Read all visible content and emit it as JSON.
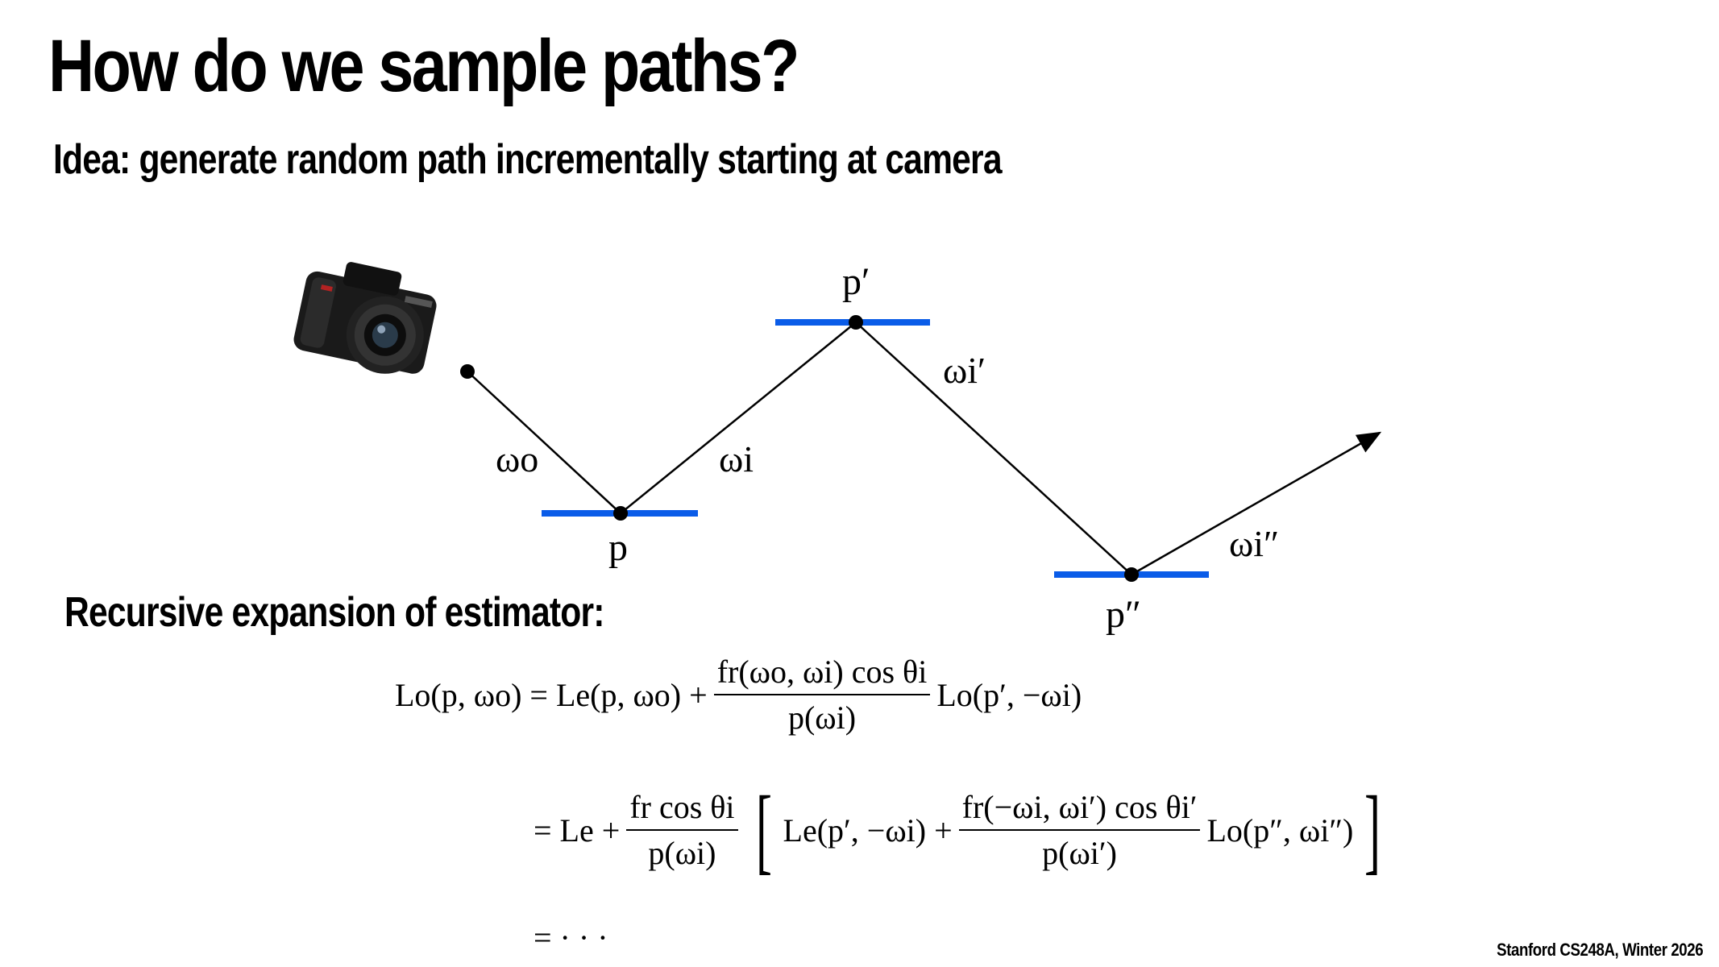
{
  "slide": {
    "title": "How do we sample paths?",
    "idea": "Idea: generate random path incrementally starting at camera",
    "recursive": "Recursive expansion of estimator:",
    "footer": "Stanford CS248A, Winter 2026"
  },
  "diagram": {
    "labels": {
      "omega_o": "ωo",
      "omega_i": "ωi",
      "omega_i_prime": "ωi′",
      "omega_i_dprime": "ωi″",
      "p": "p",
      "p_prime": "p′",
      "p_dprime": "p″"
    },
    "colors": {
      "surface": "#0a5ce8",
      "path": "#000000",
      "camera": "#1a1a1a"
    },
    "icons": [
      "camera-icon"
    ]
  },
  "equations": {
    "eq1": {
      "lhs": "Lo(p, ωo) = Le(p, ωo) +",
      "num": "fr(ωo, ωi) cos θi",
      "den": "p(ωi)",
      "tail": "Lo(p′, −ωi)"
    },
    "eq2": {
      "head": "= Le +",
      "num1": "fr cos θi",
      "den1": "p(ωi)",
      "open": "[",
      "mid": "Le(p′, −ωi) +",
      "num2": "fr(−ωi, ωi′) cos θi′",
      "den2": "p(ωi′)",
      "tail": "Lo(p″, ωi″)",
      "close": "]"
    },
    "eq3": {
      "text": "= · · ·"
    }
  }
}
